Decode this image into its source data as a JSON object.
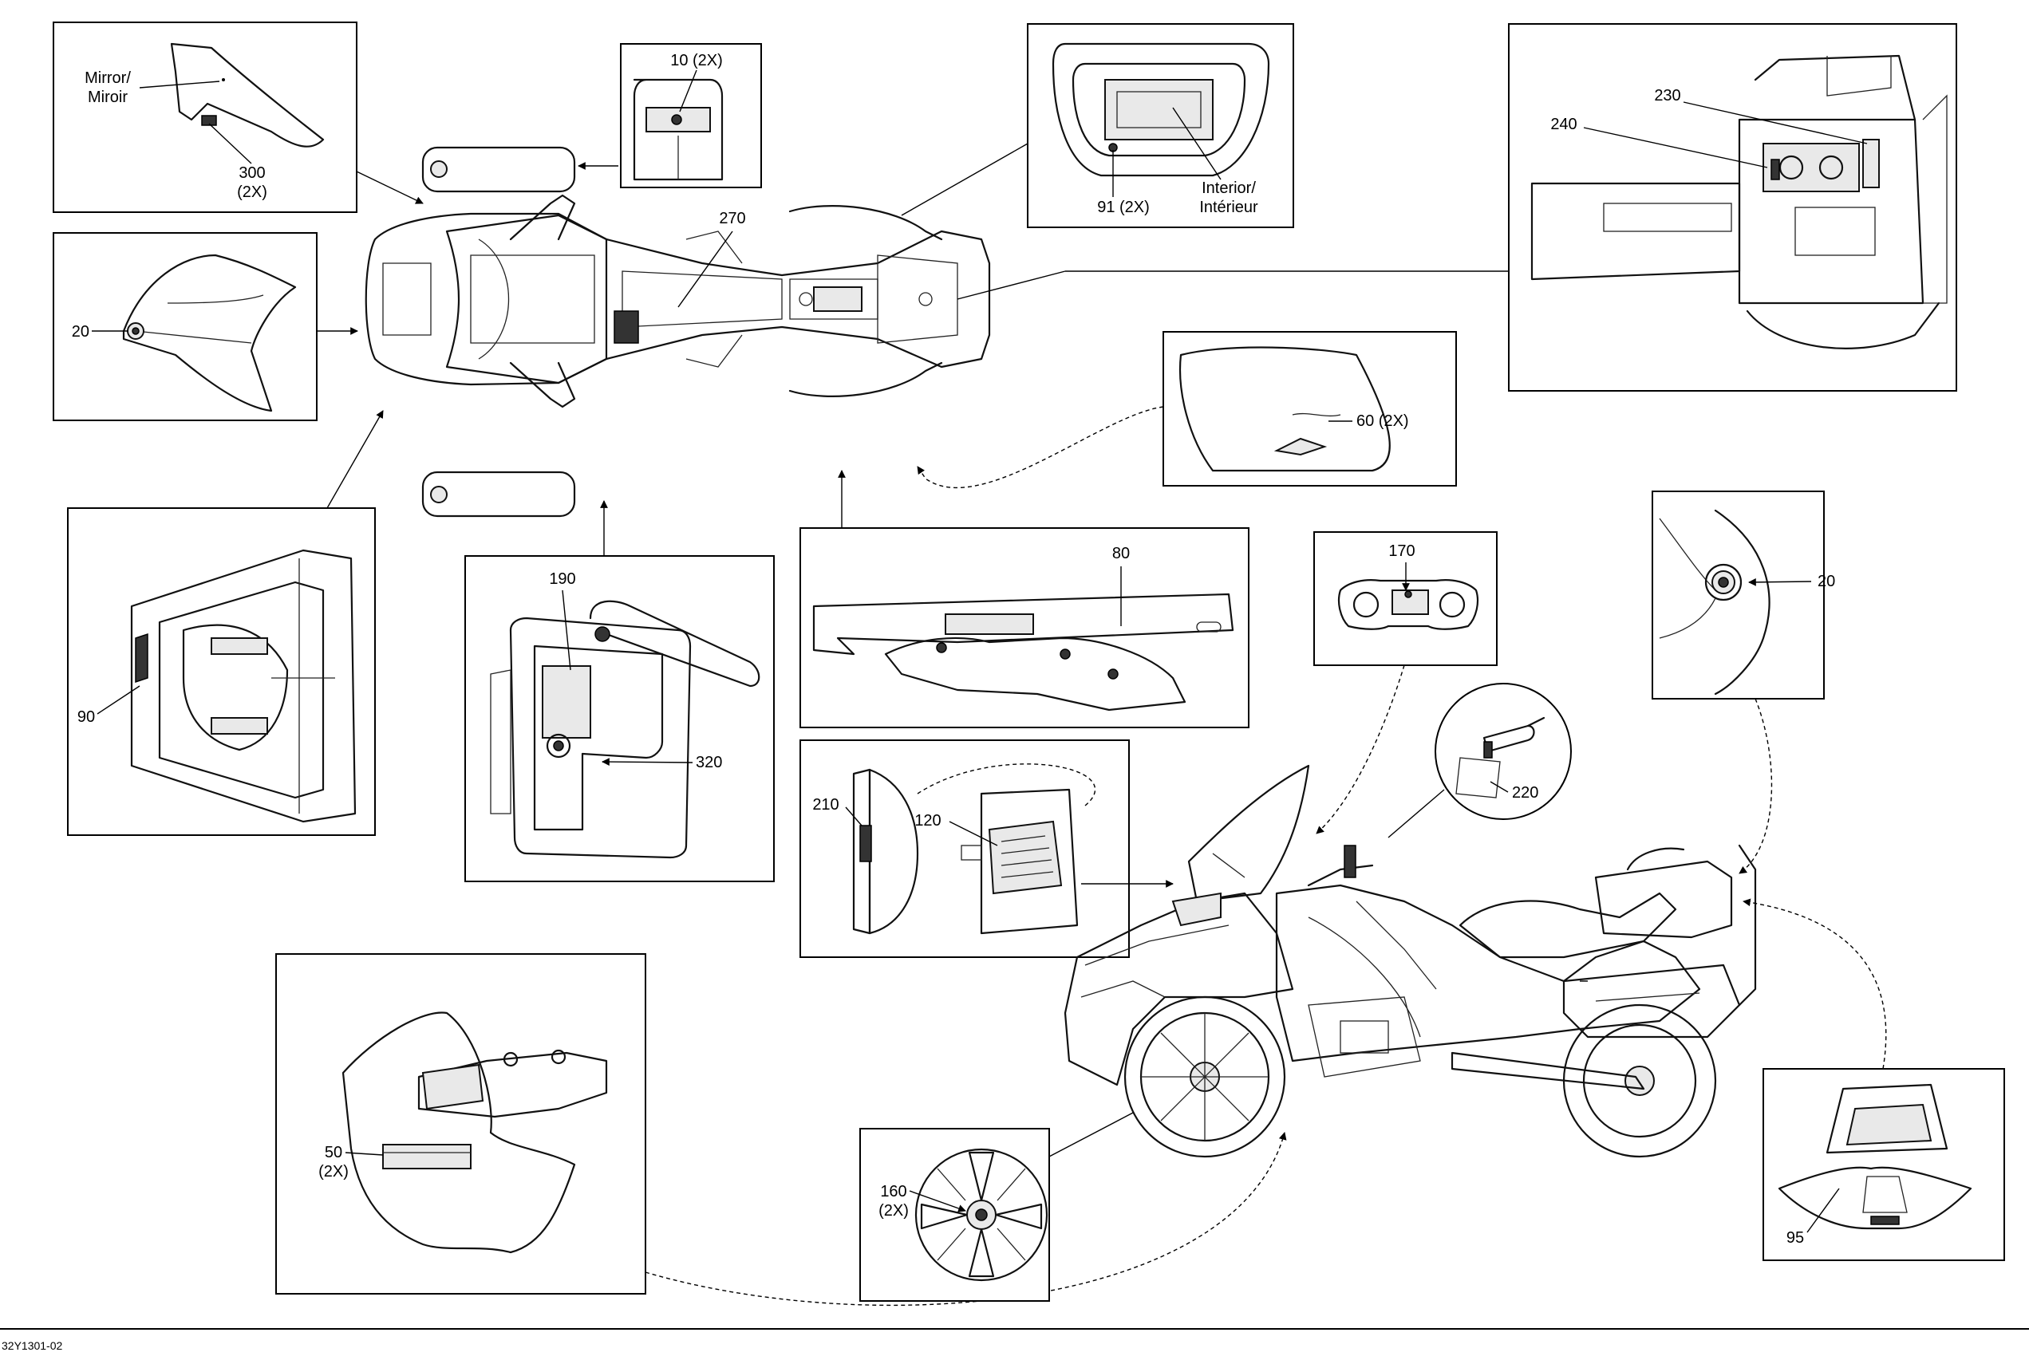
{
  "drawing": {
    "code": "32Y1301-02",
    "callouts": {
      "mirror": "Mirror/",
      "mirror_fr": "Miroir",
      "c300": "300",
      "c300_qty": "(2X)",
      "c10": "10 (2X)",
      "c20_left": "20",
      "c270": "270",
      "c91": "91 (2X)",
      "interior": "Interior/",
      "interior_fr": "Intérieur",
      "c230": "230",
      "c240": "240",
      "c60": "60 (2X)",
      "c90": "90",
      "c190": "190",
      "c320": "320",
      "c80": "80",
      "c170": "170",
      "c20_right": "20",
      "c210": "210",
      "c120": "120",
      "c220": "220",
      "c50": "50",
      "c50_qty": "(2X)",
      "c160": "160",
      "c160_qty": "(2X)",
      "c95": "95"
    }
  }
}
